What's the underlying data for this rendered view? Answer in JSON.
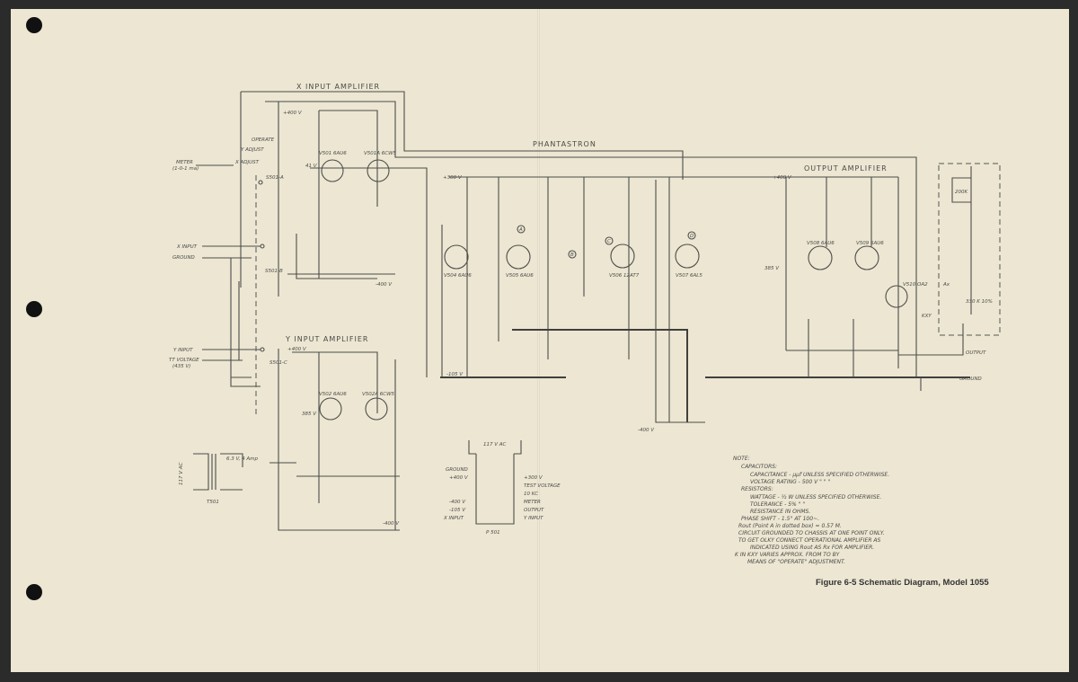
{
  "sections": {
    "x_amp": "X INPUT AMPLIFIER",
    "y_amp": "Y INPUT AMPLIFIER",
    "phantastron": "PHANTASTRON",
    "output_amp": "OUTPUT AMPLIFIER"
  },
  "left_io": {
    "meter": "METER",
    "meter_range": "(1-0-1 ma)",
    "x_input": "X INPUT",
    "ground": "GROUND",
    "y_input": "Y INPUT",
    "test_voltage": "TT VOLTAGE",
    "test_voltage_sub": "(435 V)",
    "switch_a": "S501-A",
    "switch_b": "S501-B",
    "switch_c": "S501-C",
    "operate": "OPERATE",
    "y_adjust": "Y ADJUST",
    "x_adjust": "X ADJUST"
  },
  "supplies": {
    "plus400": "+400 V",
    "minus400": "-400 V",
    "plus300": "+300 V",
    "minus105": "-105 V",
    "v385": "385 V",
    "v41": "41 V"
  },
  "tubes": [
    "V501 6AU6",
    "V501A 6CW5",
    "V502 6AU6",
    "V502A 6CW5",
    "V504 6AU6",
    "V505 6AU6",
    "V506 12AT7",
    "V507 6AL5",
    "V508 6AU6",
    "V509 6AU6",
    "V510 OA2"
  ],
  "nodes": [
    "A",
    "B",
    "C",
    "D"
  ],
  "transformer": {
    "label": "T501",
    "primary": "117 V AC",
    "secondary": "6.3 V, 4 Amp"
  },
  "output_section": {
    "resistor_200k": "200K",
    "resistor_330k": "330 K 10%",
    "kxy": "KXY",
    "output": "OUTPUT",
    "ground": "GROUND",
    "ax": "Ax"
  },
  "connector": {
    "header": "117 V AC",
    "name": "P 501",
    "left": [
      "GROUND",
      "+400 V",
      "",
      "-400 V",
      "-105 V",
      "X INPUT"
    ],
    "right": [
      "+300 V",
      "TEST VOLTAGE",
      "10 KC",
      "METER",
      "OUTPUT",
      "Y INPUT"
    ]
  },
  "note": {
    "title": "NOTE:",
    "lines": [
      "CAPACITORS:",
      "CAPACITANCE - µµf  UNLESS SPECIFIED OTHERWISE.",
      "VOLTAGE RATING - 500 V    \"    \"    \"",
      "RESISTORS:",
      "WATTAGE - ½ W  UNLESS SPECIFIED OTHERWISE.",
      "TOLERANCE - 5%    \"    \"",
      "RESISTANCE IN OHMS.",
      "PHASE SHIFT - 1.5° AT 100~.",
      "Rout (Point A in dotted box) = 0.57 M.",
      "CIRCUIT GROUNDED TO CHASSIS AT ONE POINT ONLY.",
      "TO GET OLKY CONNECT OPERATIONAL AMPLIFIER AS",
      "INDICATED USING Rout AS Rx FOR AMPLIFIER.",
      "K IN KXY VARIES APPROX. FROM      TO      BY",
      "MEANS OF \"OPERATE\" ADJUSTMENT."
    ]
  },
  "caption": "Figure 6-5   Schematic Diagram, Model 1055"
}
